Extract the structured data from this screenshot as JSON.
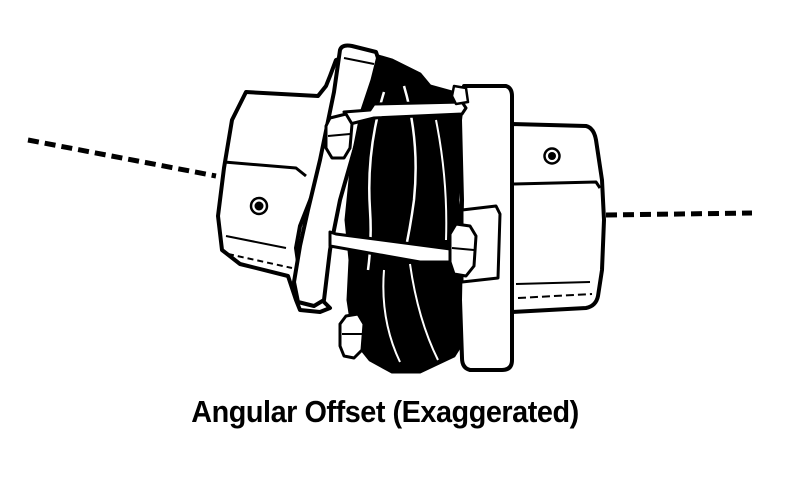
{
  "figure": {
    "caption": "Angular Offset (Exaggerated)",
    "subject": "flexible shaft coupling with elastomer insert shown under angular misalignment",
    "components": [
      {
        "name": "left-hub",
        "icon": "hub-housing"
      },
      {
        "name": "right-hub",
        "icon": "hub-housing"
      },
      {
        "name": "elastomer-element",
        "icon": "flexible-insert"
      },
      {
        "name": "clamp-bolts",
        "icon": "hex-bolt"
      },
      {
        "name": "left-shaft-axis",
        "icon": "dashed-centerline"
      },
      {
        "name": "right-shaft-axis",
        "icon": "dashed-centerline"
      }
    ],
    "colors": {
      "ink": "#000000",
      "paper": "#ffffff"
    }
  }
}
